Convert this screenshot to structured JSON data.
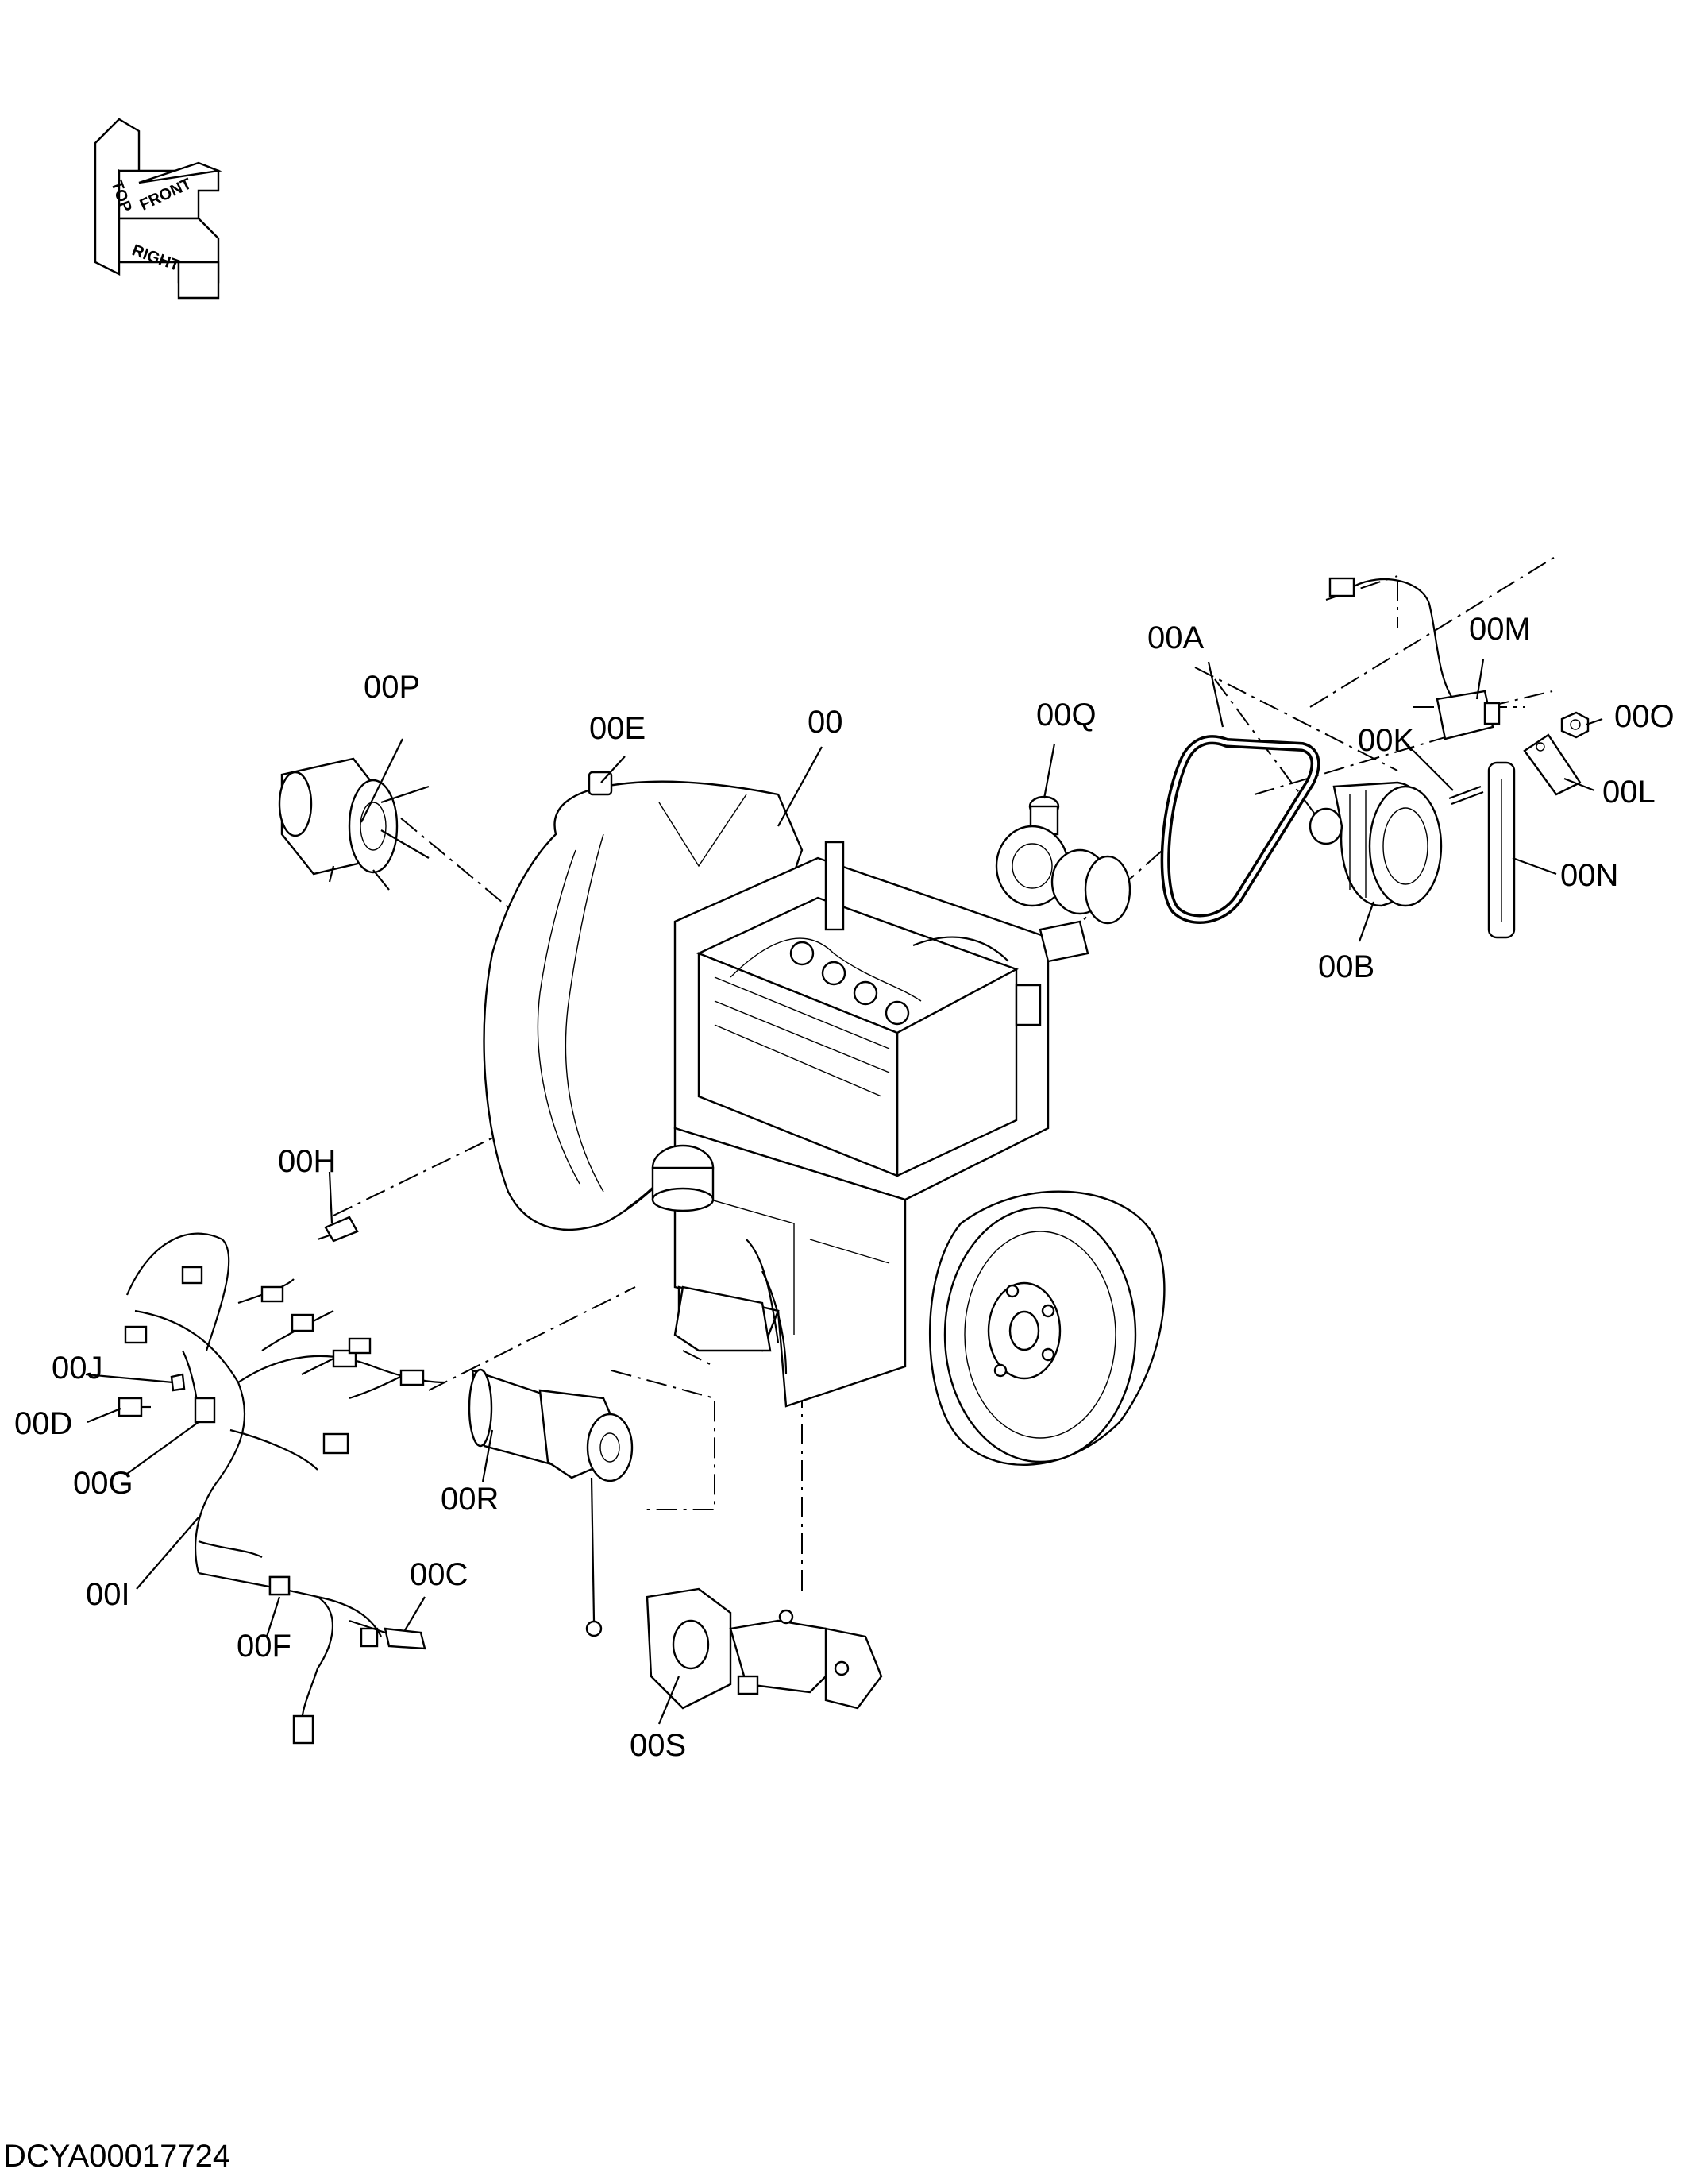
{
  "orientation": {
    "top": "TOP",
    "front": "FRONT",
    "right": "RIGHT"
  },
  "callouts": [
    {
      "id": "00",
      "label": "00"
    },
    {
      "id": "00A",
      "label": "00A"
    },
    {
      "id": "00B",
      "label": "00B"
    },
    {
      "id": "00C",
      "label": "00C"
    },
    {
      "id": "00D",
      "label": "00D"
    },
    {
      "id": "00E",
      "label": "00E"
    },
    {
      "id": "00F",
      "label": "00F"
    },
    {
      "id": "00G",
      "label": "00G"
    },
    {
      "id": "00H",
      "label": "00H"
    },
    {
      "id": "00I",
      "label": "00I"
    },
    {
      "id": "00J",
      "label": "00J"
    },
    {
      "id": "00K",
      "label": "00K"
    },
    {
      "id": "00L",
      "label": "00L"
    },
    {
      "id": "00M",
      "label": "00M"
    },
    {
      "id": "00N",
      "label": "00N"
    },
    {
      "id": "00O",
      "label": "00O"
    },
    {
      "id": "00P",
      "label": "00P"
    },
    {
      "id": "00Q",
      "label": "00Q"
    },
    {
      "id": "00R",
      "label": "00R"
    },
    {
      "id": "00S",
      "label": "00S"
    }
  ],
  "document_id": "DCYA00017724"
}
